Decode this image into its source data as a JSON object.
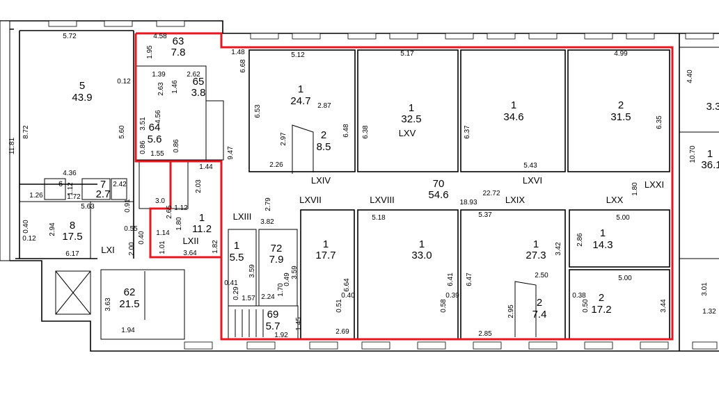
{
  "rooms": [
    {
      "id": "r5",
      "number": "5",
      "area": "43.9"
    },
    {
      "id": "r63",
      "number": "63",
      "area": "7.8"
    },
    {
      "id": "r65",
      "number": "65",
      "area": "3.8"
    },
    {
      "id": "r64",
      "number": "64",
      "area": "5.6"
    },
    {
      "id": "r8",
      "number": "8",
      "area": "17.5"
    },
    {
      "id": "r7",
      "number": "7",
      "area": "2.7"
    },
    {
      "id": "r6",
      "number": "6",
      "area": ""
    },
    {
      "id": "r-lxii",
      "number": "1",
      "area": "11.2"
    },
    {
      "id": "r62",
      "number": "62",
      "area": "21.5"
    },
    {
      "id": "r-lxiii",
      "number": "1",
      "area": "5.5"
    },
    {
      "id": "r72",
      "number": "72",
      "area": "7.9"
    },
    {
      "id": "r69",
      "number": "69",
      "area": "5.7"
    },
    {
      "id": "r-lxiv1",
      "number": "1",
      "area": "24.7"
    },
    {
      "id": "r-lxiv2",
      "number": "2",
      "area": "8.5"
    },
    {
      "id": "r-lxv",
      "number": "1",
      "area": "32.5"
    },
    {
      "id": "r-lxvi1",
      "number": "1",
      "area": "34.6"
    },
    {
      "id": "r-lxvi2",
      "number": "2",
      "area": "31.5"
    },
    {
      "id": "r70",
      "number": "70",
      "area": "54.6"
    },
    {
      "id": "r-lxvii",
      "number": "1",
      "area": "17.7"
    },
    {
      "id": "r-lxviii",
      "number": "1",
      "area": "33.0"
    },
    {
      "id": "r-lxix1",
      "number": "1",
      "area": "27.3"
    },
    {
      "id": "r-lxix2",
      "number": "2",
      "area": "7.4"
    },
    {
      "id": "r-lxx1",
      "number": "1",
      "area": "14.3"
    },
    {
      "id": "r-lxx2",
      "number": "2",
      "area": "17.2"
    },
    {
      "id": "r-right",
      "number": "1",
      "area": "36.1"
    },
    {
      "id": "r-rtop",
      "number": "",
      "area": "3.3"
    }
  ],
  "zones": [
    "LXI",
    "LXII",
    "LXIII",
    "LXIV",
    "LXV",
    "LXVI",
    "LXVII",
    "LXVIII",
    "LXIX",
    "LXX",
    "LXXI"
  ],
  "dimensions": [
    "5.72",
    "4.58",
    "0.12",
    "8.72",
    "11.81",
    "5.60",
    "1.95",
    "1.48",
    "6.68",
    "5.12",
    "5.17",
    "4.99",
    "4.40",
    "2.62",
    "1.39",
    "2.63",
    "1.46",
    "3.51",
    "4.56",
    "0.86",
    "1.55",
    "0.86",
    "6.53",
    "2.87",
    "2.97",
    "6.48",
    "6.38",
    "6.37",
    "6.35",
    "10.70",
    "2.26",
    "9.47",
    "5.43",
    "1.44",
    "2.03",
    "4.36",
    "1.26",
    "1.12",
    "2.42",
    "1.72",
    "5.63",
    "0.91",
    "2.94",
    "0.40",
    "0.12",
    "0.55",
    "0.40",
    "1.14",
    "1.01",
    "1.80",
    "3.64",
    "2.00",
    "6.17",
    "1.12",
    "2.65",
    "3.0",
    "2.79",
    "3.82",
    "22.72",
    "18.93",
    "1.80",
    "5.18",
    "5.37",
    "5.00",
    "2.86",
    "3.42",
    "2.50",
    "6.64",
    "6.41",
    "6.47",
    "2.95",
    "5.00",
    "0.38",
    "0.50",
    "3.44",
    "3.63",
    "1.94",
    "0.41",
    "0.29",
    "1.57",
    "2.24",
    "1.70",
    "0.49",
    "3.59",
    "3.59",
    "1.45",
    "1.92",
    "2.69",
    "0.51",
    "0.40",
    "0.58",
    "0.39",
    "2.85",
    "3.01",
    "1.32",
    "1.82"
  ]
}
